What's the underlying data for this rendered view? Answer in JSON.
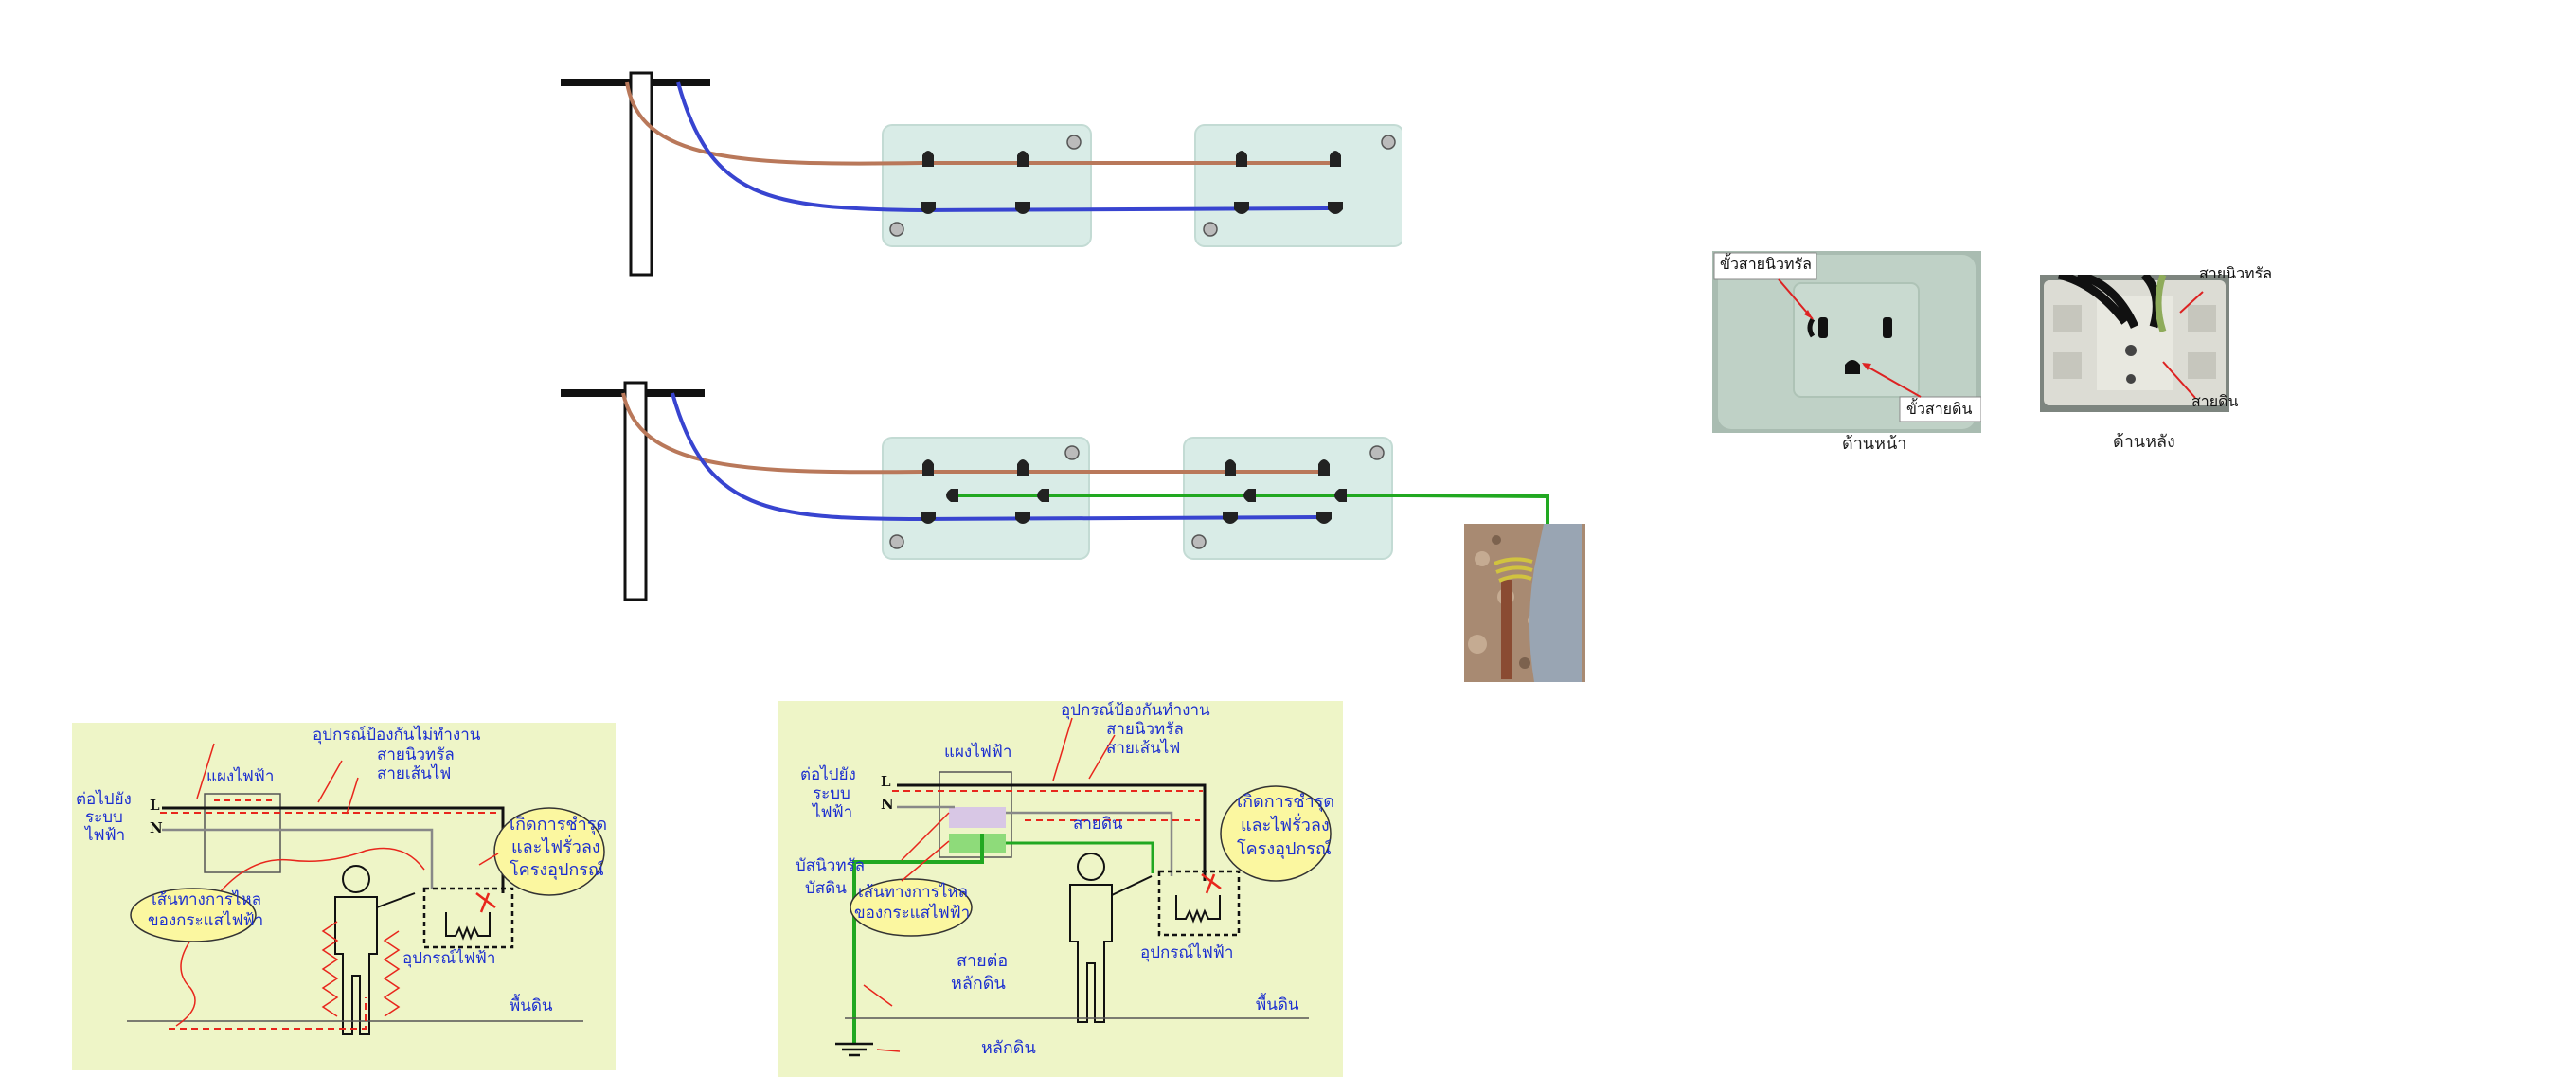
{
  "colors": {
    "wire_live": "#b9785a",
    "wire_neutral": "#3844d0",
    "wire_ground": "#21a821",
    "outlet_plate": "#d9ece7",
    "diagram_bg": "#eef5c7",
    "callout_bubble": "#fbf7a0",
    "label_text": "#1c2fd0",
    "fault_path": "#e8261c"
  },
  "photo_labels": {
    "front_neutral_pin": "ขั้วสายนิวทรัล",
    "front_ground_pin": "ขั้วสายดิน",
    "front_caption": "ด้านหน้า",
    "back_neutral": "สายนิวทรัล",
    "back_ground": "สายดิน",
    "back_caption": "ด้านหลัง"
  },
  "diagram_a": {
    "device_not_working": "อุปกรณ์ป้องกันไม่ทำงาน",
    "neutral_wire": "สายนิวทรัล",
    "live_wire": "สายเส้นไฟ",
    "panel": "แผงไฟฟ้า",
    "to_system_l1": "ต่อไปยัง",
    "to_system_l2": "ระบบ",
    "to_system_l3": "ไฟฟ้า",
    "terminal_l": "L",
    "terminal_n": "N",
    "fault_l1": "เกิดการชำรุด",
    "fault_l2": "และไฟรั่วลง",
    "fault_l3": "โครงอุปกรณ์",
    "path_l1": "เส้นทางการไหล",
    "path_l2": "ของกระแสไฟฟ้า",
    "appliance": "อุปกรณ์ไฟฟ้า",
    "ground_surface": "พื้นดิน"
  },
  "diagram_b": {
    "device_working": "อุปกรณ์ป้องกันทำงาน",
    "neutral_wire": "สายนิวทรัล",
    "live_wire": "สายเส้นไฟ",
    "panel": "แผงไฟฟ้า",
    "to_system_l1": "ต่อไปยัง",
    "to_system_l2": "ระบบ",
    "to_system_l3": "ไฟฟ้า",
    "terminal_l": "L",
    "terminal_n": "N",
    "ground_wire": "สายดิน",
    "neutral_bus_l1": "บัสนิวทรัล",
    "neutral_bus_l2": "บัสดิน",
    "fault_l1": "เกิดการชำรุด",
    "fault_l2": "และไฟรั่วลง",
    "fault_l3": "โครงอุปกรณ์",
    "path_l1": "เส้นทางการไหล",
    "path_l2": "ของกระแสไฟฟ้า",
    "appliance": "อุปกรณ์ไฟฟ้า",
    "ground_surface": "พื้นดิน",
    "earth_conductor_l1": "สายต่อ",
    "earth_conductor_l2": "หลักดิน",
    "earth_rod": "หลักดิน"
  }
}
